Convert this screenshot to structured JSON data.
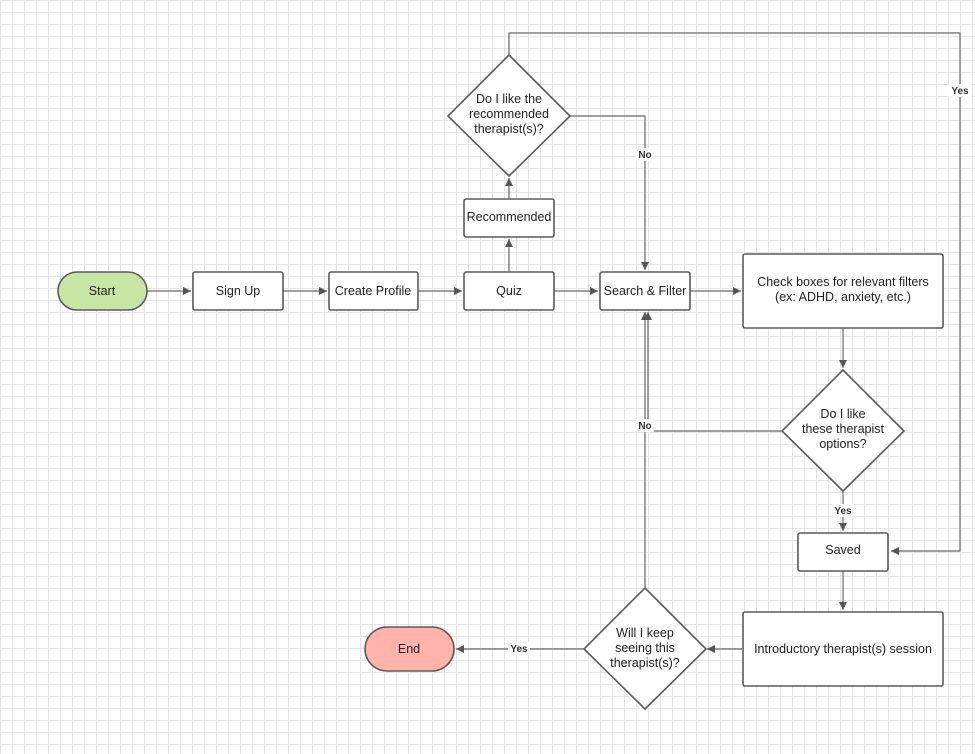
{
  "nodes": {
    "start": "Start",
    "sign_up": "Sign Up",
    "create_profile": "Create Profile",
    "quiz": "Quiz",
    "recommended": "Recommended",
    "like_recommended": [
      "Do I like the",
      "recommended",
      "therapist(s)?"
    ],
    "search_filter": "Search & Filter",
    "check_boxes": [
      "Check boxes for relevant filters",
      "(ex: ADHD, anxiety, etc.)"
    ],
    "like_options": [
      "Do I like",
      "these therapist",
      "options?"
    ],
    "saved": "Saved",
    "intro_session": "Introductory therapist(s) session",
    "keep_seeing": [
      "Will I keep",
      "seeing this",
      "therapist(s)?"
    ],
    "end": "End"
  },
  "edge_labels": {
    "recommended_yes": "Yes",
    "recommended_no": "No",
    "options_no": "No",
    "options_yes": "Yes",
    "keep_yes": "Yes"
  },
  "colors": {
    "start_fill": "#c7e6a6",
    "end_fill": "#ffb3aa",
    "stroke": "#5a5a5a",
    "edge": "#666666"
  }
}
